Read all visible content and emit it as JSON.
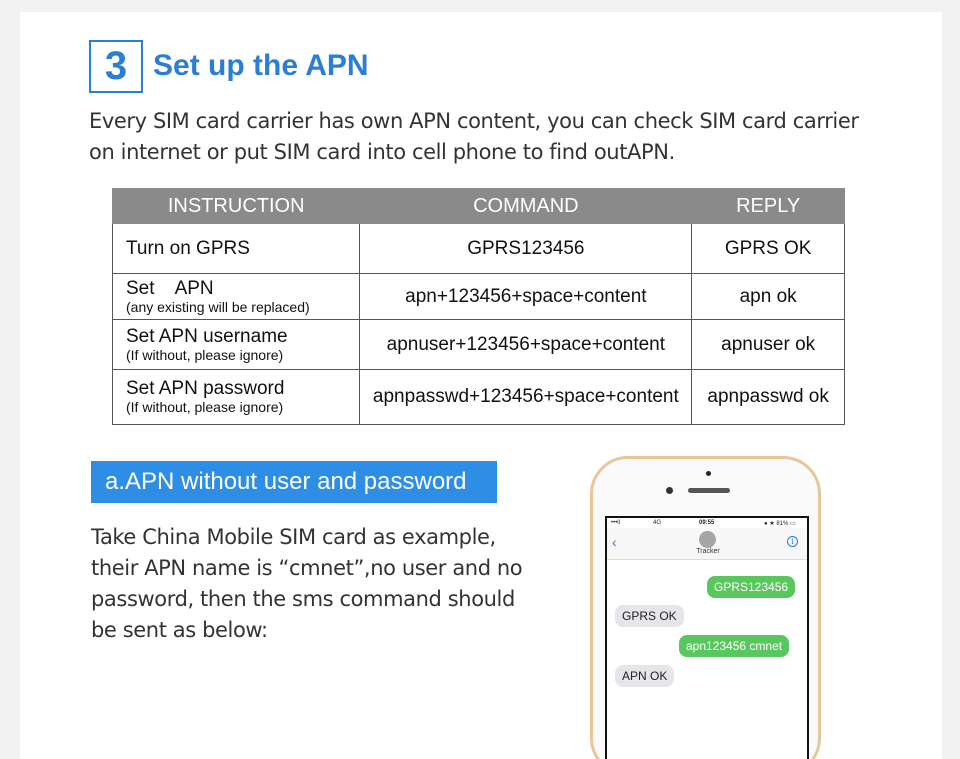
{
  "step": {
    "number": "3",
    "title": "Set up the APN"
  },
  "intro": "Every SIM card carrier has own APN content, you can check SIM card carrier on internet or put SIM card into cell phone to find outAPN.",
  "table": {
    "headers": [
      "INSTRUCTION",
      "COMMAND",
      "REPLY"
    ],
    "rows": [
      {
        "instruction": "Turn on GPRS",
        "note": "",
        "command": "GPRS123456",
        "reply": "GPRS OK"
      },
      {
        "instruction": "Set    APN",
        "note": "(any existing will be replaced)",
        "command": "apn+123456+space+content",
        "reply": "apn ok"
      },
      {
        "instruction": "Set APN username",
        "note": "(If without, please ignore)",
        "command": "apnuser+123456+space+content",
        "reply": "apnuser ok"
      },
      {
        "instruction": "Set APN password",
        "note": "(If without, please ignore)",
        "command": "apnpasswd+123456+space+content",
        "reply": "apnpasswd ok"
      }
    ]
  },
  "section": {
    "banner": "a.APN without user and password",
    "text": "Take China Mobile SIM card as example, their APN name is “cmnet”,no user and no password, then the sms command should be sent as below:"
  },
  "phone": {
    "status": {
      "signal": "•••ll",
      "network": "4G",
      "time": "09:55",
      "battery": "● ★ 81% ▭"
    },
    "contact": "Tracker",
    "back_icon": "‹",
    "info_icon": "i",
    "messages": [
      {
        "direction": "out",
        "text": "GPRS123456"
      },
      {
        "direction": "in",
        "text": "GPRS OK"
      },
      {
        "direction": "out",
        "text": "apn123456 cmnet"
      },
      {
        "direction": "in",
        "text": "APN OK"
      }
    ],
    "colors": {
      "outgoing": "#57c75e",
      "incoming": "#e5e5ea",
      "frame": "#e6c79a"
    }
  },
  "colors": {
    "accent": "#2a7fd4",
    "banner": "#2e8de4",
    "table_header": "#8a8a8a"
  }
}
